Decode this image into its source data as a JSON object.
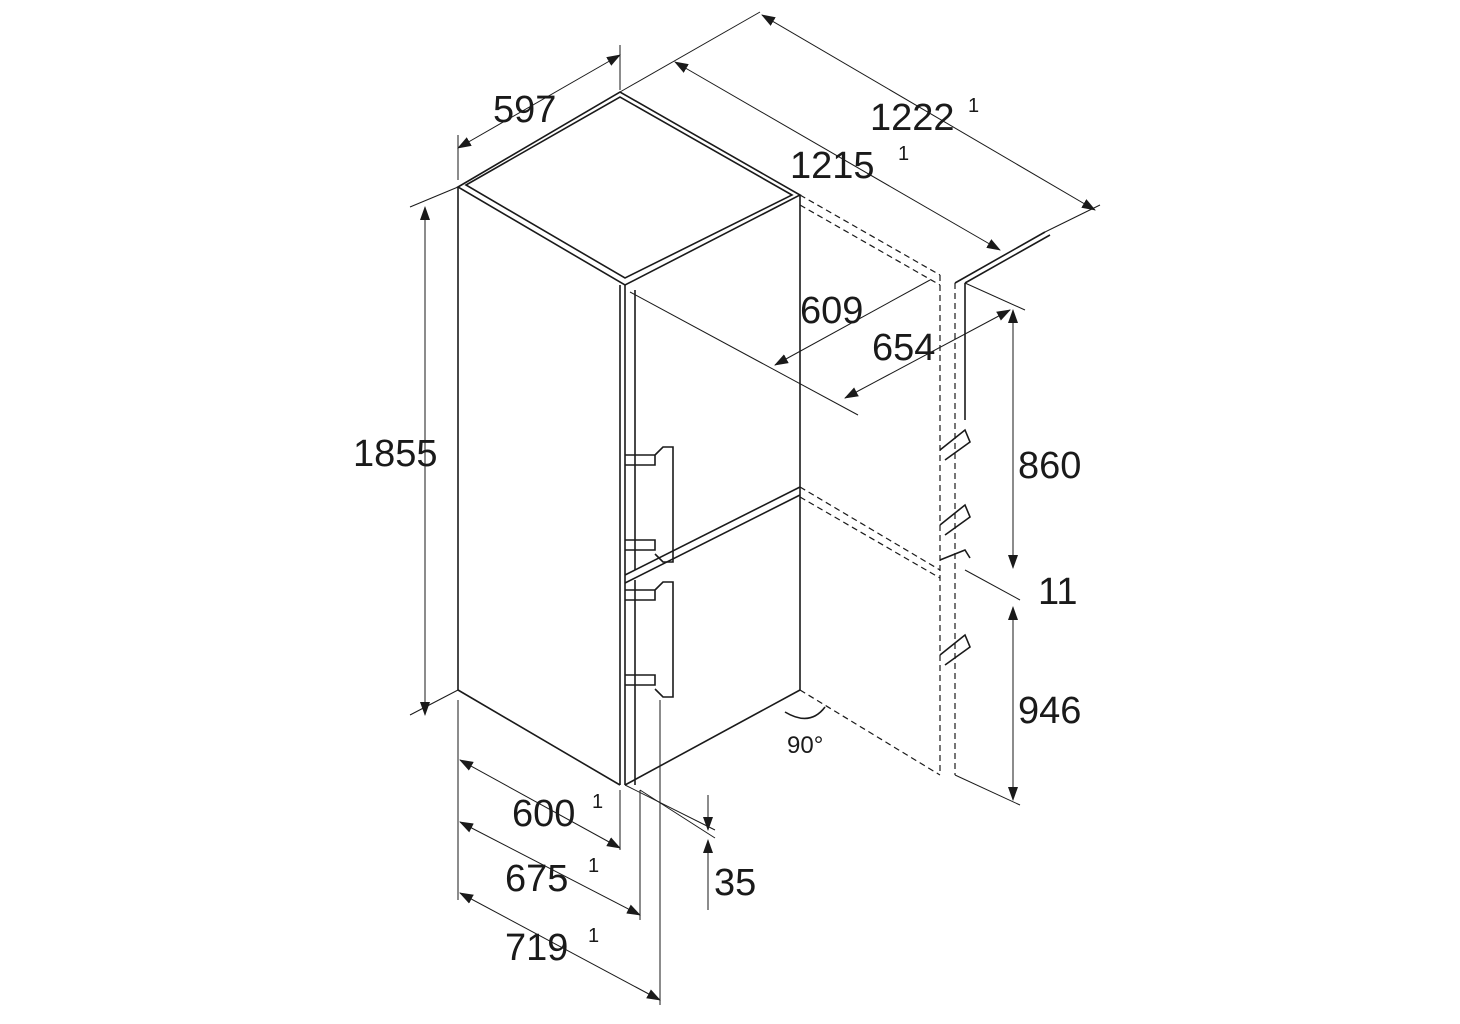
{
  "diagram": {
    "dimensions": {
      "top_width": "597",
      "depth_outer": "1222",
      "depth_outer_note": "1",
      "depth_inner": "1215",
      "depth_inner_note": "1",
      "height": "1855",
      "door_open_depth_a": "609",
      "door_open_depth_b": "654",
      "upper_door_height": "860",
      "door_gap": "11",
      "lower_door_height": "946",
      "depth_600": "600",
      "depth_600_note": "1",
      "depth_675": "675",
      "depth_675_note": "1",
      "depth_719": "719",
      "depth_719_note": "1",
      "handle_offset": "35",
      "door_angle": "90°"
    }
  }
}
